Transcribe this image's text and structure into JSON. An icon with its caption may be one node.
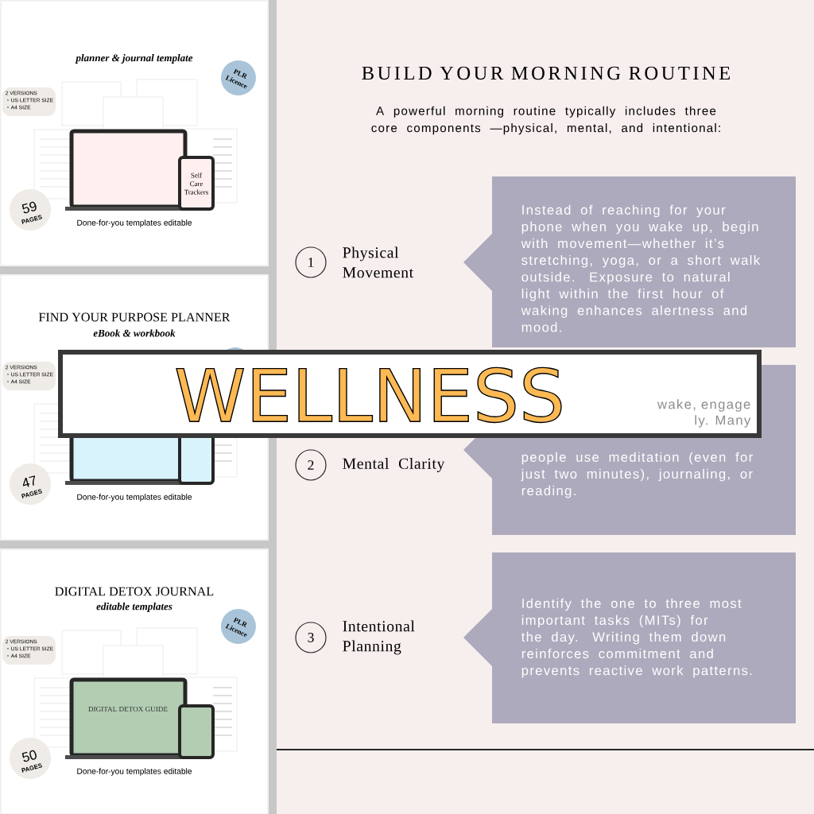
{
  "diagram": {
    "title": "BUILD YOUR MORNING ROUTINE",
    "nodes": [
      {
        "text": [
          "planner & journal template",
          "Done-for-you templates editable"
        ]
      },
      {
        "text": [
          "2 VERSIONS",
          "US LETTER SIZE",
          "A4 SIZE"
        ],
        "in": 0
      },
      {
        "text": [
          "PLR Licence"
        ],
        "in": 0
      },
      {
        "text": [
          "59",
          "PAGES"
        ],
        "in": 0
      },
      {
        "text": [
          "FIND YOUR PURPOSE PLANNER",
          "eBook & workbook",
          "Done-for-you templates editable"
        ]
      },
      {
        "text": [
          "2 VERSIONS",
          "US LETTER SIZE",
          "A4 SIZE"
        ],
        "in": 4
      },
      {
        "text": [
          "47",
          "PAGES"
        ],
        "in": 4
      },
      {
        "text": [
          "DIGITAL DETOX JOURNAL",
          "editable templates",
          "Done-for-you templates editable"
        ]
      },
      {
        "text": [
          "2 VERSIONS",
          "US LETTER SIZE",
          "A4 SIZE"
        ],
        "in": 7
      },
      {
        "text": [
          "PLR Licence"
        ],
        "in": 7
      },
      {
        "text": [
          "50",
          "PAGES"
        ],
        "in": 7
      },
      {
        "text": [
          "1"
        ],
        "beside": [
          "Physical Movement"
        ]
      },
      {
        "text": [
          "Instead of reaching for your phone when you wake up, begin with movement—whether it’s stretching, yoga, or a short walk outside. Exposure to natural light within the first hour of waking enhances alertness and mood."
        ]
      },
      {
        "text": [
          "2"
        ],
        "beside": [
          "Mental Clarity"
        ]
      },
      {
        "text": [
          "wake, engage",
          "ly. Many",
          "people use meditation (even for just two minutes), journaling, or reading."
        ]
      },
      {
        "text": [
          "3"
        ],
        "beside": [
          "Intentional Planning"
        ]
      },
      {
        "text": [
          "Identify the one to three most important tasks (MITs) for the day. Writing them down reinforces commitment and prevents reactive work patterns."
        ]
      },
      {
        "text": [
          "WELLNESS"
        ]
      }
    ],
    "labels": [
      "A powerful morning routine typically includes three core components —physical, mental, and intentional:",
      "Self Care Trackers",
      "DIGITAL DETOX GUIDE"
    ]
  }
}
